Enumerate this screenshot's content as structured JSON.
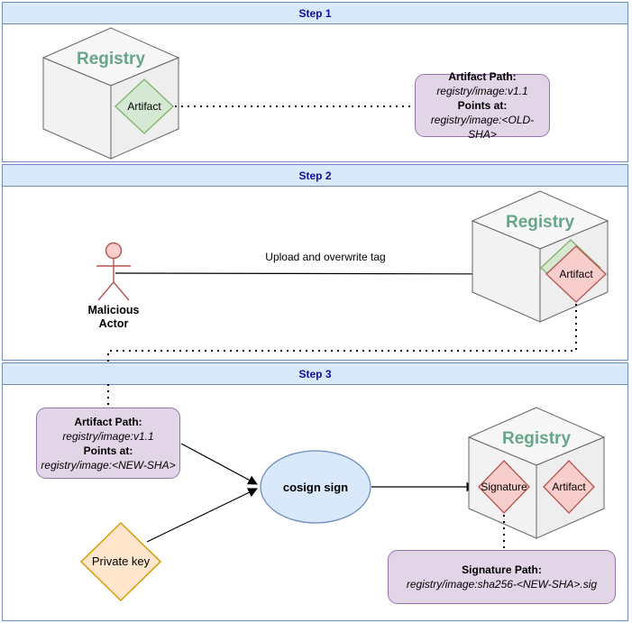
{
  "step1": {
    "title": "Step 1",
    "registry_label": "Registry",
    "artifact_label": "Artifact",
    "note": {
      "heading1": "Artifact Path:",
      "value1": "registry/image:v1.1",
      "heading2": "Points at:",
      "value2": "registry/image:<OLD-SHA>"
    }
  },
  "step2": {
    "title": "Step 2",
    "actor_line1": "Malicious",
    "actor_line2": "Actor",
    "edge_label": "Upload and overwrite tag",
    "registry_label": "Registry",
    "artifact_label": "Artifact"
  },
  "step3": {
    "title": "Step 3",
    "note_artifact": {
      "heading1": "Artifact Path:",
      "value1": "registry/image:v1.1",
      "heading2": "Points at:",
      "value2": "registry/image:<NEW-SHA>"
    },
    "private_key_label": "Private key",
    "cosign_label": "cosign sign",
    "registry_label": "Registry",
    "signature_label": "Signature",
    "artifact_label": "Artifact",
    "note_signature": {
      "heading": "Signature Path:",
      "value": "registry/image:sha256-<NEW-SHA>.sig"
    }
  },
  "colors": {
    "band_fill": "#dae8fc",
    "band_border": "#6c8ebf",
    "step_title": "#0d0da8",
    "registry_text": "#67a58b",
    "cube_fill": "#f5f5f5",
    "cube_stroke": "#666666",
    "artifact_ok_fill": "#d5e8d4",
    "artifact_ok_stroke": "#82b366",
    "artifact_bad_fill": "#f8cecc",
    "artifact_bad_stroke": "#b85450",
    "private_key_fill": "#ffe6cc",
    "private_key_stroke": "#d79b00",
    "note_fill": "#e1d5e7",
    "note_stroke": "#9673a6",
    "cosign_fill": "#dae8fc",
    "cosign_stroke": "#6c8ebf"
  }
}
